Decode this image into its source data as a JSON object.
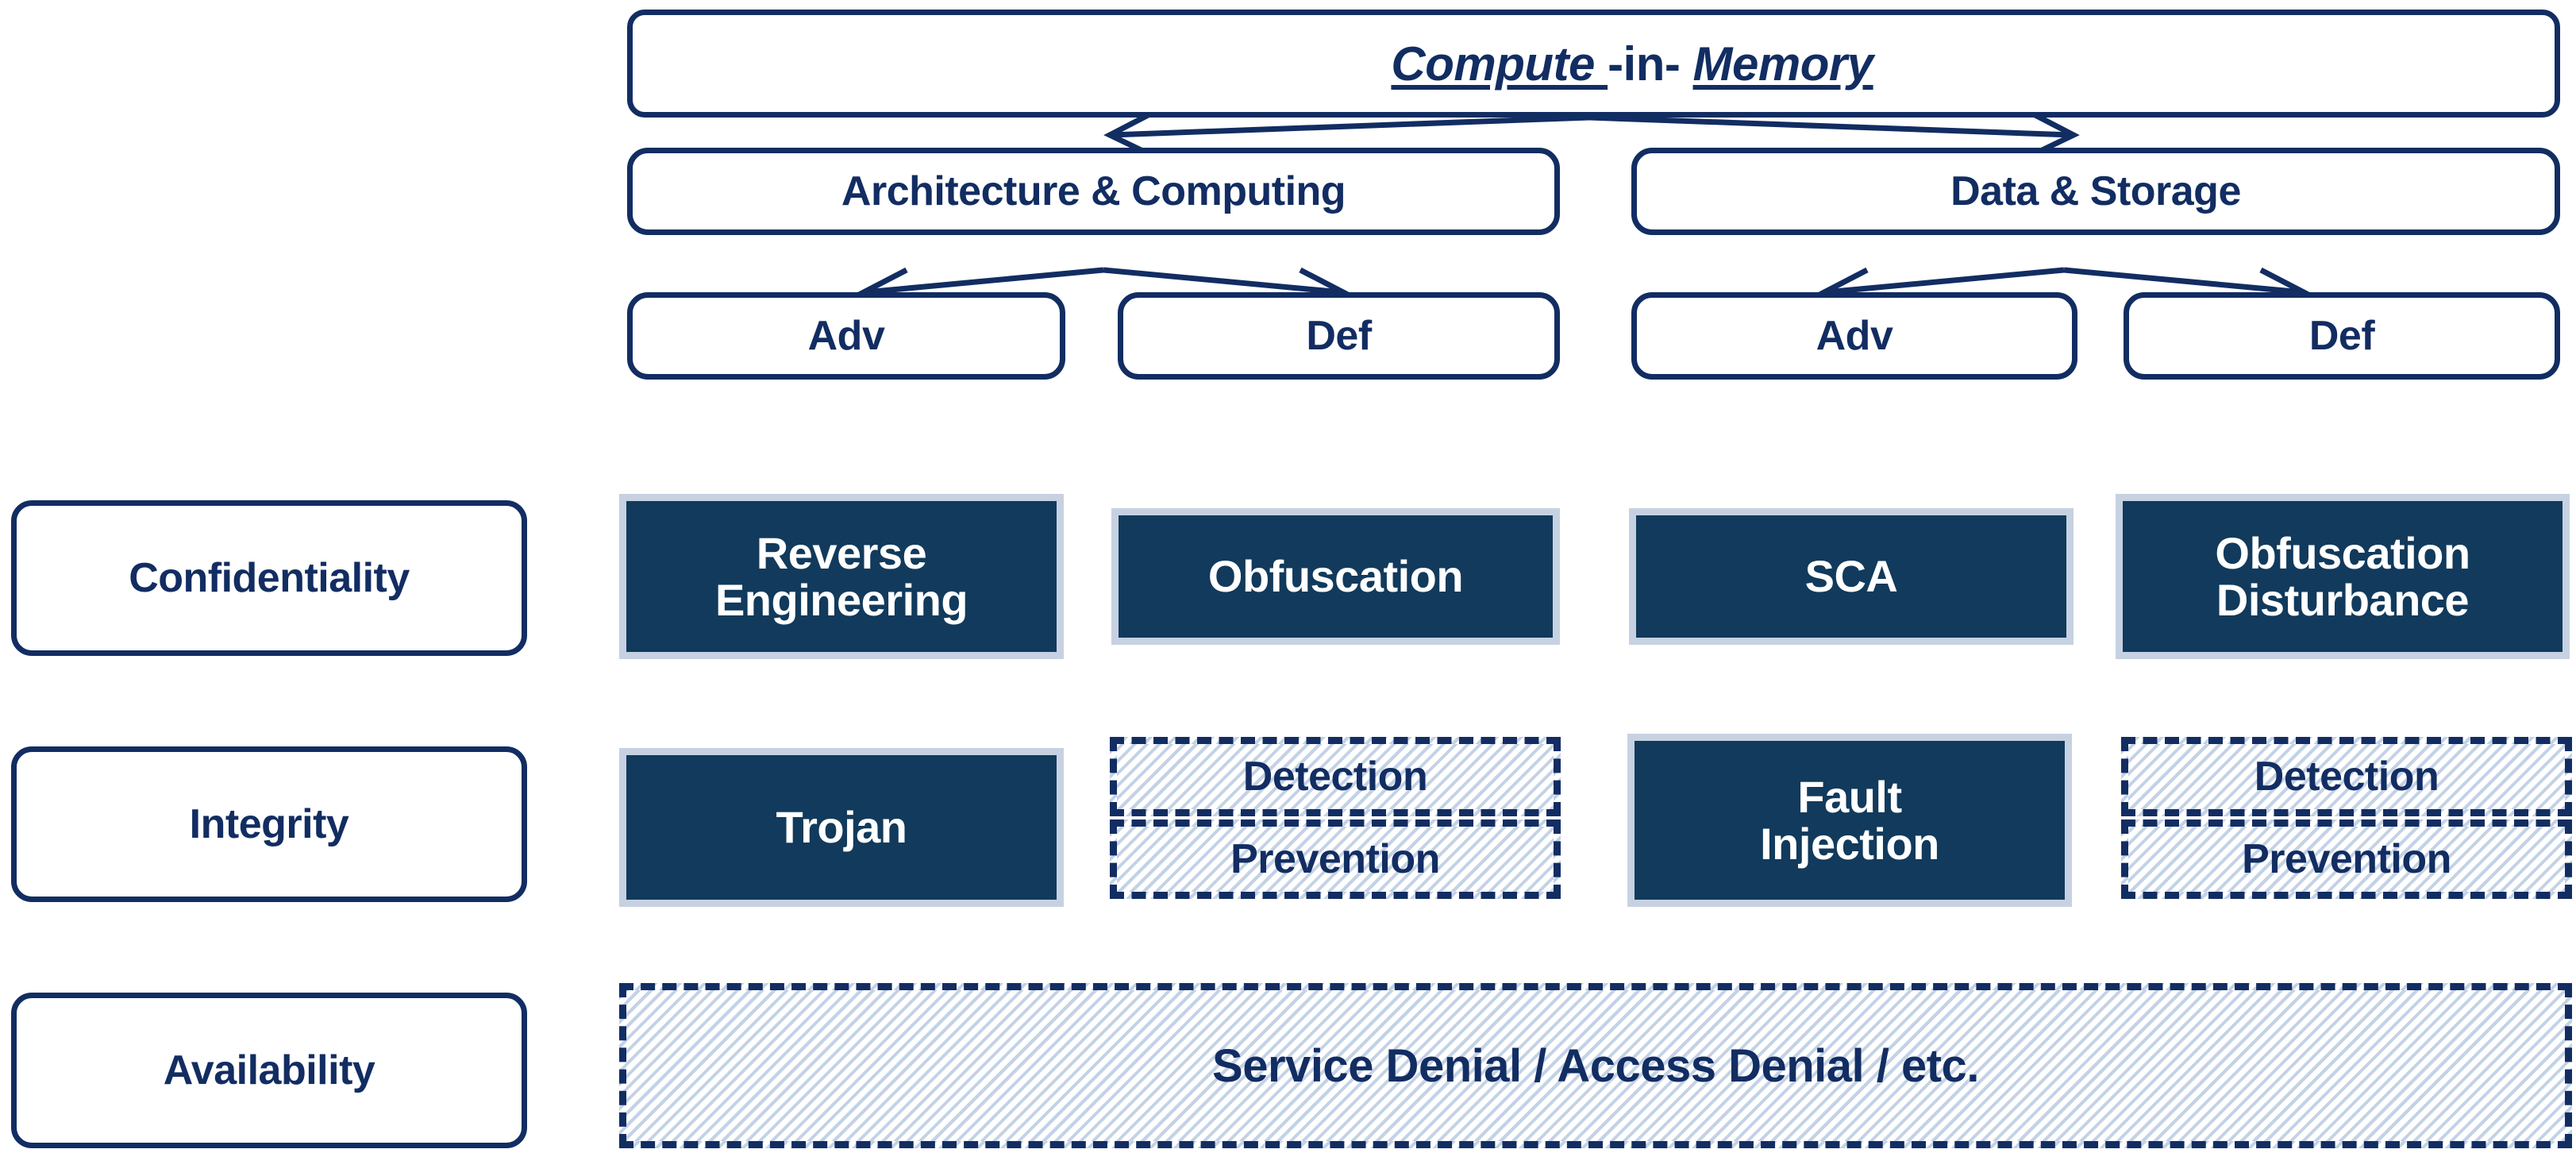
{
  "diagram": {
    "root": {
      "title_prefix": "Compute ",
      "title_mid": "-in- ",
      "title_suffix": "Memory"
    },
    "branches": [
      {
        "label": "Architecture & Computing"
      },
      {
        "label": "Data & Storage"
      }
    ],
    "roles": [
      {
        "label": "Adv"
      },
      {
        "label": "Def"
      },
      {
        "label": "Adv"
      },
      {
        "label": "Def"
      }
    ],
    "row_labels": [
      {
        "label": "Confidentiality"
      },
      {
        "label": "Integrity"
      },
      {
        "label": "Availability"
      }
    ],
    "matrix": {
      "confidentiality": [
        {
          "style": "dark",
          "lines": [
            "Reverse",
            "Engineering"
          ]
        },
        {
          "style": "dark",
          "lines": [
            "Obfuscation"
          ]
        },
        {
          "style": "dark",
          "lines": [
            "SCA"
          ]
        },
        {
          "style": "dark",
          "lines": [
            "Obfuscation",
            "Disturbance"
          ]
        }
      ],
      "integrity": [
        {
          "style": "dark",
          "lines": [
            "Trojan"
          ]
        },
        {
          "style": "hatch-split",
          "lines": [
            "Detection",
            "Prevention"
          ]
        },
        {
          "style": "dark",
          "lines": [
            "Fault",
            "Injection"
          ]
        },
        {
          "style": "hatch-split",
          "lines": [
            "Detection",
            "Prevention"
          ]
        }
      ],
      "availability": [
        {
          "style": "hatch-wide",
          "lines": [
            "Service Denial / Access Denial / etc."
          ]
        }
      ]
    },
    "colors": {
      "navy_outline": "#122D62",
      "dark_fill": "#113A5C",
      "cell_edge": "#C6D2E2",
      "hatch": "#C3D2E6",
      "white": "#FFFFFF"
    }
  }
}
